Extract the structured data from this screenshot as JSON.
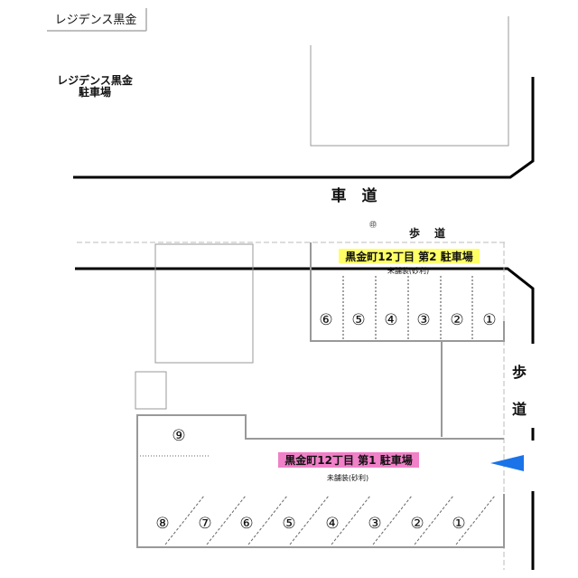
{
  "header_label": "レジデンス黒金",
  "residence_parking": {
    "line1": "レジデンス黒金",
    "line2": "駐車場"
  },
  "roadway": "車　道",
  "sidewalk_top": {
    "c1": "歩",
    "c2": "道"
  },
  "sidewalk_right": {
    "c1": "歩",
    "c2": "道"
  },
  "utility_pole_symbol": "㊞",
  "lot2": {
    "title": "黒金町12丁目  第2  駐車場",
    "surface": "未舗装(砂利)",
    "highlight": "#ffff66",
    "spaces": [
      "⑥",
      "⑤",
      "④",
      "③",
      "②",
      "①"
    ]
  },
  "lot1": {
    "title": "黒金町12丁目  第1  駐車場",
    "surface": "未舗装(砂利)",
    "highlight": "#f080c8",
    "spaces": [
      "⑧",
      "⑦",
      "⑥",
      "⑤",
      "④",
      "③",
      "②",
      "①"
    ],
    "extra_space": "⑨"
  },
  "entrance_arrow_color": "#1a73e8"
}
